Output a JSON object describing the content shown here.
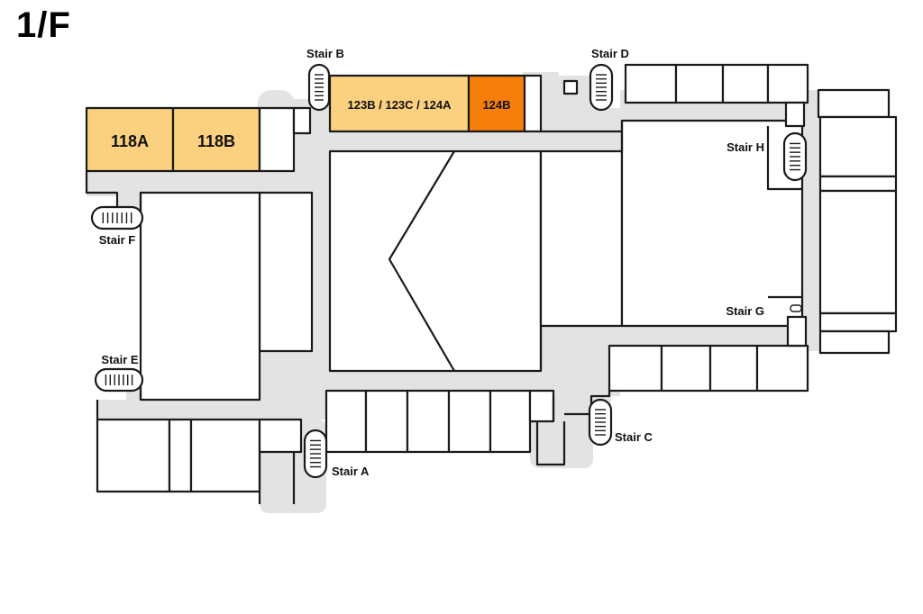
{
  "floor": {
    "title": "1/F"
  },
  "colors": {
    "highlight_light": "#fbd07f",
    "highlight_strong": "#f57f0a",
    "hallway": "#e3e3e3",
    "wall": "#1a1a1a"
  },
  "rooms": {
    "r118a": "118A",
    "r118b": "118B",
    "r123": "123B / 123C / 124A",
    "r124b": "124B"
  },
  "stairs": {
    "a": "Stair A",
    "b": "Stair B",
    "c": "Stair C",
    "d": "Stair D",
    "e": "Stair E",
    "f": "Stair F",
    "g": "Stair G",
    "h": "Stair H"
  },
  "icons": {
    "stair": "stair-icon"
  }
}
